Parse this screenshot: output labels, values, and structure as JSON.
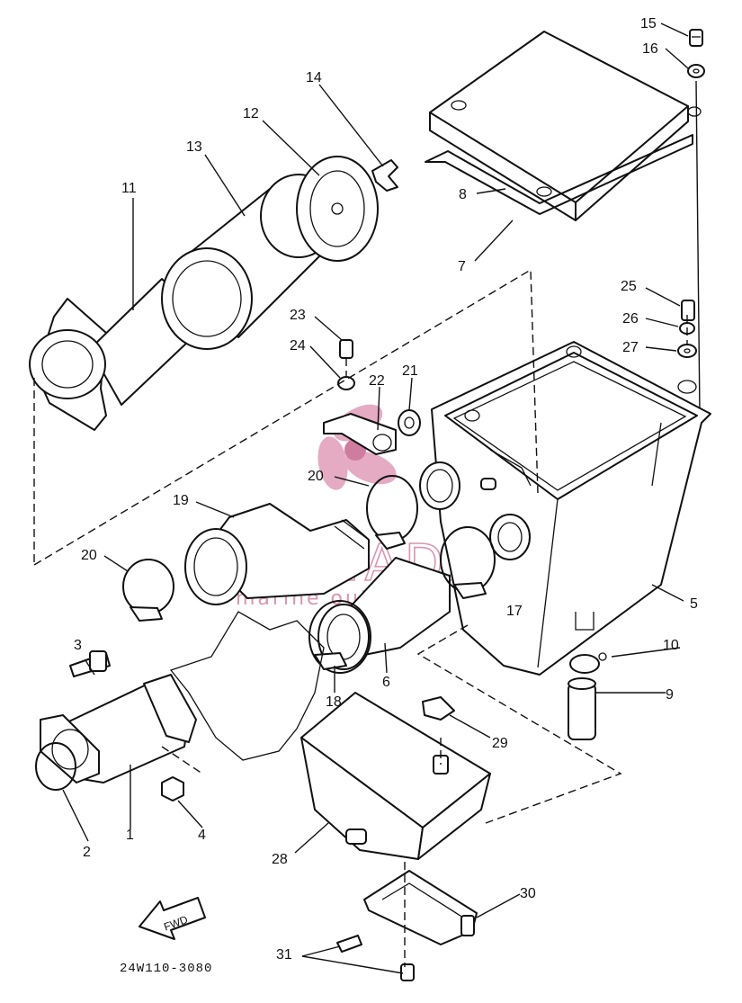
{
  "watermark": {
    "title": "ARMADA",
    "subtitle": "marine outboards",
    "accent": "#d68aa8"
  },
  "diagram_code": "24W110-3080",
  "fwd_label": "FWD",
  "part_labels": {
    "p1": "1",
    "p2": "2",
    "p3": "3",
    "p4": "4",
    "p5": "5",
    "p6": "6",
    "p7": "7",
    "p8": "8",
    "p9": "9",
    "p10": "10",
    "p11": "11",
    "p12": "12",
    "p13": "13",
    "p14": "14",
    "p15": "15",
    "p16": "16",
    "p17": "17",
    "p18": "18",
    "p19": "19",
    "p20a": "20",
    "p20b": "20",
    "p21": "21",
    "p22": "22",
    "p23": "23",
    "p24": "24",
    "p25": "25",
    "p26": "26",
    "p27": "27",
    "p28": "28",
    "p29": "29",
    "p30": "30",
    "p31": "31"
  }
}
